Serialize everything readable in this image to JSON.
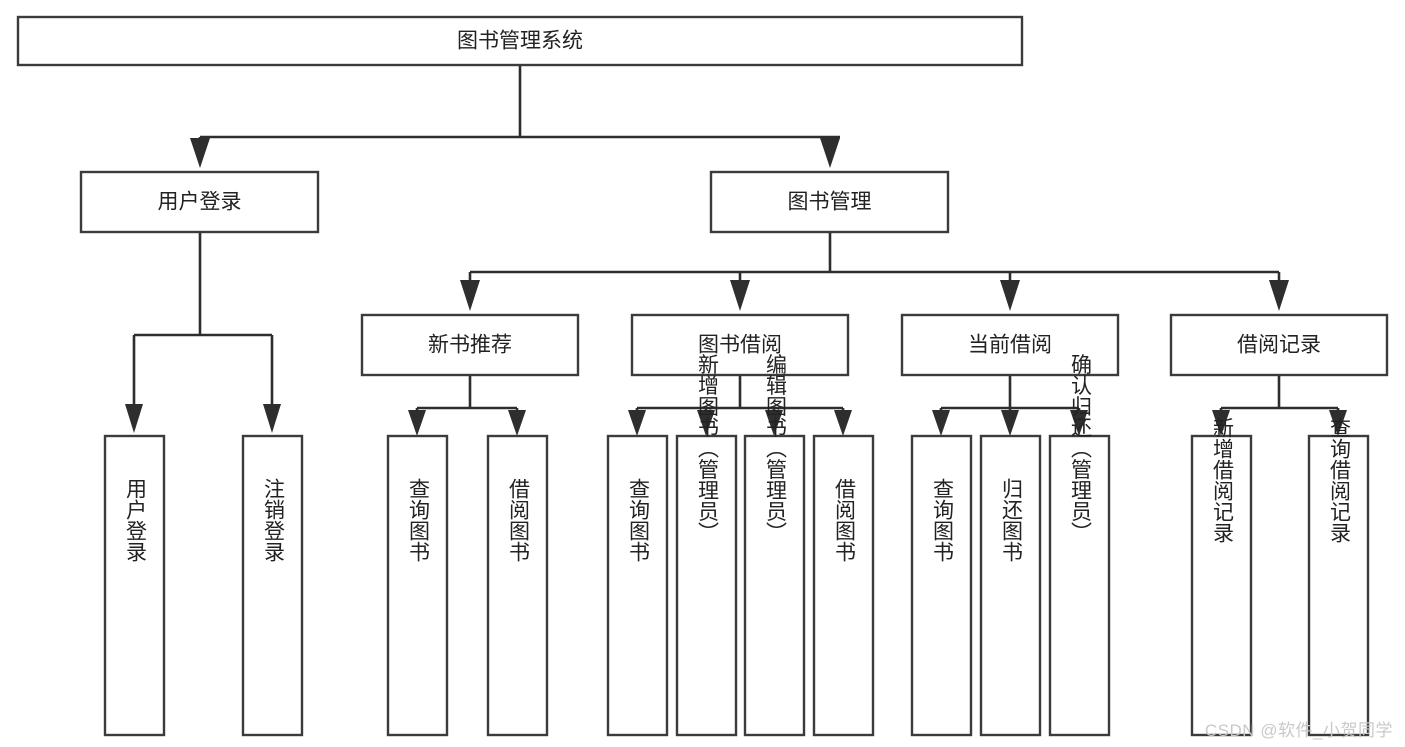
{
  "diagram": {
    "type": "tree-hierarchy",
    "title": "图书管理系统",
    "watermark": "CSDN @软件_小贺同学",
    "colors": {
      "box_stroke": "#3b3b3b",
      "box_fill": "#ffffff",
      "connector": "#2e2e2e",
      "label_text": "#222222",
      "watermark_text": "#c9c9c9",
      "background": "#ffffff"
    },
    "levels": {
      "root": {
        "label": "图书管理系统"
      },
      "level2": [
        {
          "label": "用户登录"
        },
        {
          "label": "图书管理"
        }
      ],
      "level3": [
        {
          "label": "新书推荐"
        },
        {
          "label": "图书借阅"
        },
        {
          "label": "当前借阅"
        },
        {
          "label": "借阅记录"
        }
      ],
      "leaves": {
        "user_login": [
          {
            "label": "用户登录"
          },
          {
            "label": "注销登录"
          }
        ],
        "new_book_recommend": [
          {
            "label": "查询图书"
          },
          {
            "label": "借阅图书"
          }
        ],
        "book_borrow": [
          {
            "label": "查询图书"
          },
          {
            "label": "新增图书（管理员）"
          },
          {
            "label": "编辑图书（管理员）"
          },
          {
            "label": "借阅图书"
          }
        ],
        "current_borrow": [
          {
            "label": "查询图书"
          },
          {
            "label": "归还图书"
          },
          {
            "label": "确认归还（管理员）"
          }
        ],
        "borrow_record": [
          {
            "label": "新增借阅记录"
          },
          {
            "label": "查询借阅记录"
          }
        ]
      }
    }
  }
}
